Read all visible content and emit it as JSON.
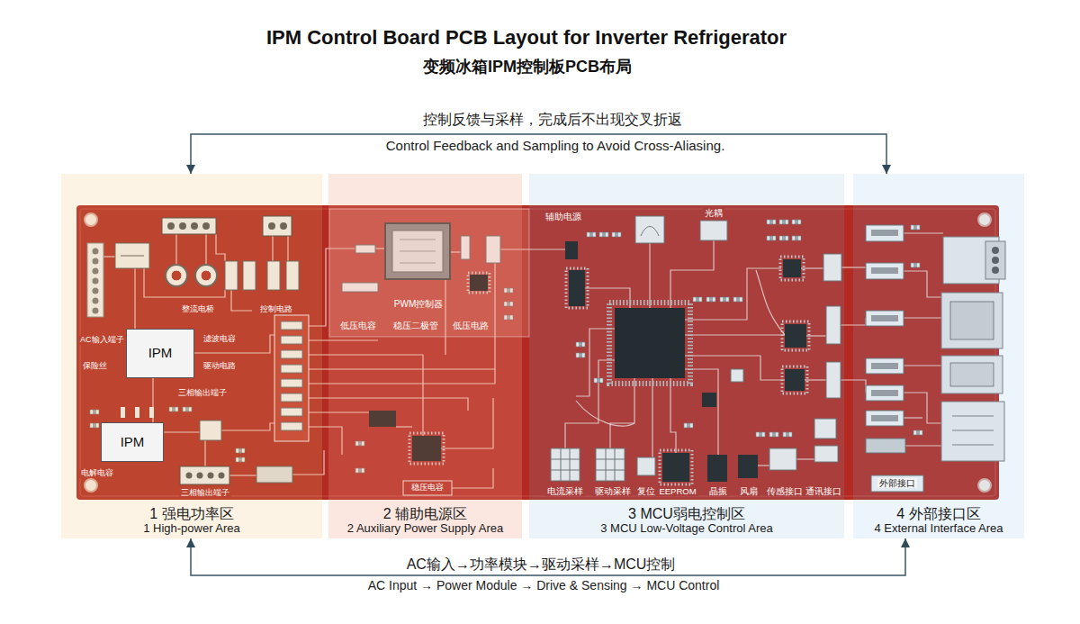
{
  "diagram": {
    "title": "IPM Control Board PCB Layout for Inverter Refrigerator",
    "nodes": [
      {
        "text": [
          "1 强电功率区",
          "1 High-power Area"
        ]
      },
      {
        "text": [
          "2 辅助电源区",
          "2 Auxiliary Power Supply Area"
        ]
      },
      {
        "text": [
          "3 MCU弱电控制区",
          "3 MCU Low-Voltage Control Area"
        ]
      },
      {
        "text": [
          "4 外部接口区",
          "4 External Interface Area"
        ]
      },
      {
        "text": [
          "IPM"
        ],
        "in": 0
      },
      {
        "text": [
          "IPM"
        ],
        "in": 0
      }
    ],
    "edges": [
      {
        "from": 0,
        "to": 3,
        "arrow": "both",
        "label": "控制反馈与采样，完成后不出现交叉折返"
      },
      {
        "from": 0,
        "to": 3,
        "arrow": "both",
        "label": "AC输入→功率模块→驱动采样→MCU控制"
      }
    ],
    "labels": [
      "变频冰箱IPM控制板PCB布局",
      "Control Feedback and Sampling to Avoid Cross-Aliasing.",
      "AC输入端子",
      "保险丝",
      "整流电桥",
      "控制电路",
      "滤波电容",
      "驱动电路",
      "三相输出端子",
      "电解电容",
      "三相输出端子",
      "PWM控制器",
      "低压电容",
      "稳压二极管",
      "低压电路",
      "稳压电容",
      "辅助电源",
      "光耦",
      "电流采样",
      "驱动采样",
      "复位",
      "EEPROM",
      "晶振",
      "风扇",
      "传感接口",
      "通讯接口",
      "外部接口",
      "AC Input → Power Module → Drive & Sensing → MCU Control"
    ]
  }
}
